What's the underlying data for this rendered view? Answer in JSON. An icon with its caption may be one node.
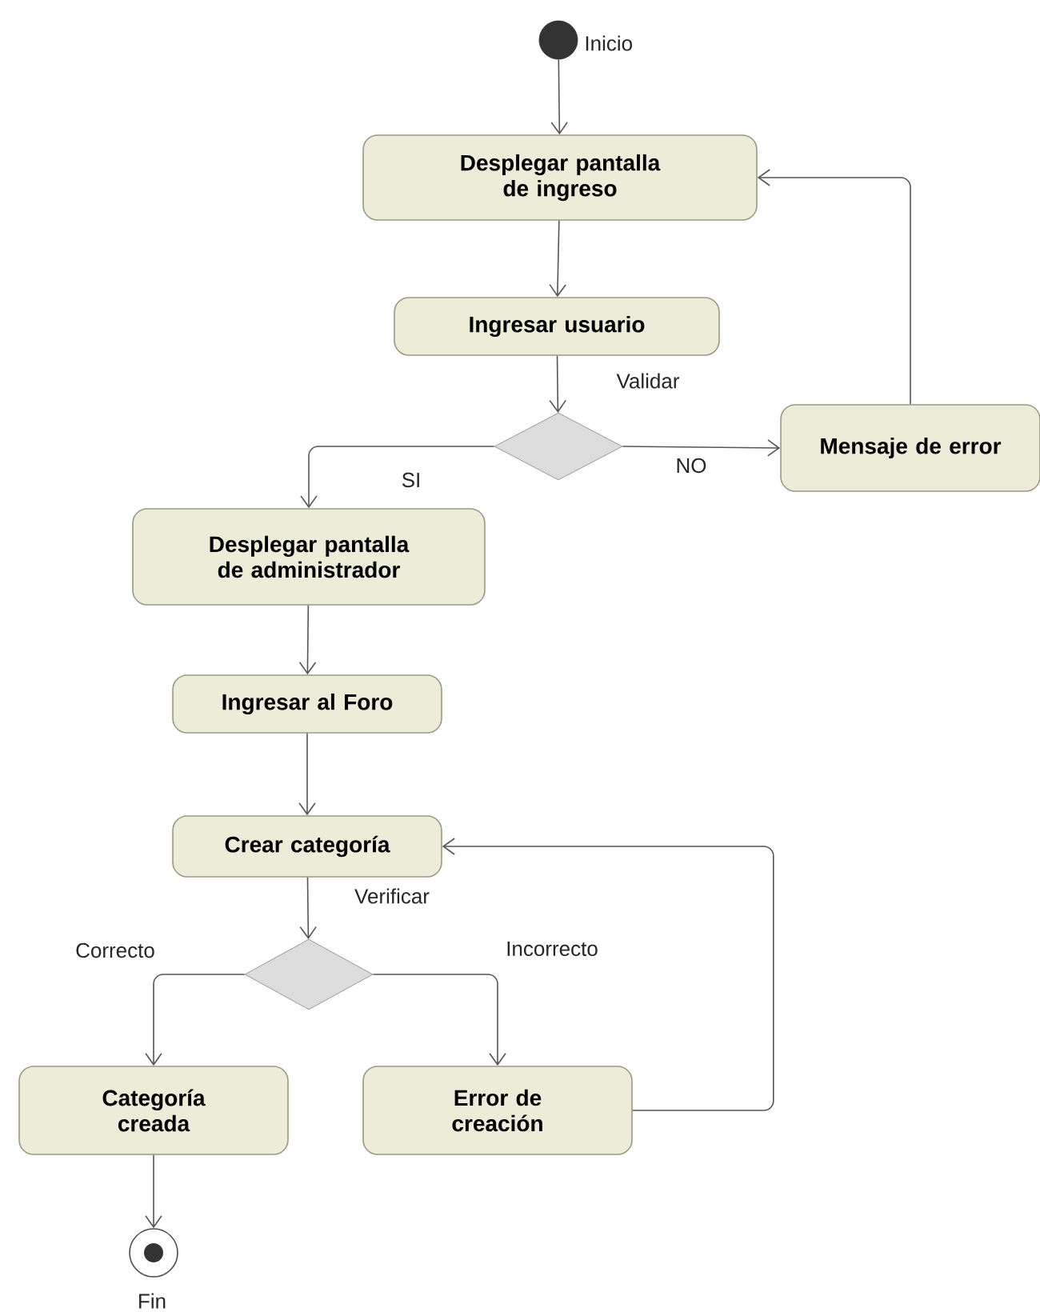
{
  "diagram": {
    "nodes": [
      {
        "text": [],
        "shape": "circle",
        "beside": [
          "Inicio"
        ]
      },
      {
        "text": [
          "Desplegar pantalla de ingreso"
        ]
      },
      {
        "text": [
          "Ingresar usuario"
        ]
      },
      {
        "text": [],
        "shape": "diamond"
      },
      {
        "text": [
          "Mensaje de error"
        ]
      },
      {
        "text": [
          "Desplegar pantalla de administrador"
        ]
      },
      {
        "text": [
          "Ingresar al Foro"
        ]
      },
      {
        "text": [
          "Crear categoría"
        ]
      },
      {
        "text": [],
        "shape": "diamond"
      },
      {
        "text": [
          "Categoría creada"
        ]
      },
      {
        "text": [
          "Error de creación"
        ]
      },
      {
        "text": [],
        "shape": "circle",
        "beside": [
          "Fin"
        ]
      }
    ],
    "edges": [
      {
        "from": 0,
        "to": 1,
        "arrow": "to"
      },
      {
        "from": 1,
        "to": 2,
        "arrow": "to"
      },
      {
        "from": 2,
        "to": 3,
        "arrow": "to",
        "label": "Validar"
      },
      {
        "from": 3,
        "to": 5,
        "arrow": "to",
        "label": "SI"
      },
      {
        "from": 3,
        "to": 4,
        "arrow": "to",
        "label": "NO"
      },
      {
        "from": 4,
        "to": 1,
        "arrow": "to"
      },
      {
        "from": 5,
        "to": 6,
        "arrow": "to"
      },
      {
        "from": 6,
        "to": 7,
        "arrow": "to"
      },
      {
        "from": 7,
        "to": 8,
        "arrow": "to",
        "label": "Verificar"
      },
      {
        "from": 8,
        "to": 9,
        "arrow": "to",
        "label": "Correcto"
      },
      {
        "from": 8,
        "to": 10,
        "arrow": "to",
        "label": "Incorrecto"
      },
      {
        "from": 10,
        "to": 7,
        "arrow": "to"
      },
      {
        "from": 9,
        "to": 11,
        "arrow": "to"
      }
    ]
  }
}
